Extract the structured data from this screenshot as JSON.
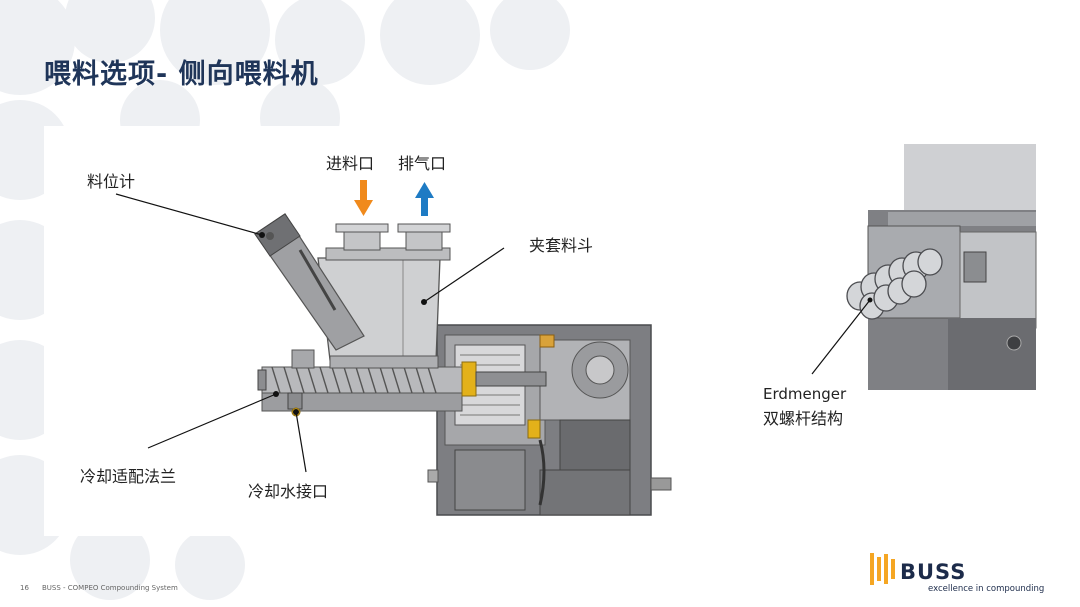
{
  "slide": {
    "title": "喂料选项- 侧向喂料机",
    "page_number": "16",
    "footer": "BUSS - COMPEO Compounding System"
  },
  "diagram": {
    "labels": {
      "level_sensor": "料位计",
      "feed_inlet": "进料口",
      "vent_outlet": "排气口",
      "jacketed_hopper": "夹套料斗",
      "cooling_flange": "冷却适配法兰",
      "cooling_water_port": "冷却水接口",
      "erdmenger": "Erdmenger",
      "twin_screw": "双螺杆结构"
    },
    "arrows": {
      "feed_color": "#f08a1c",
      "vent_color": "#1e7bc4"
    }
  },
  "brand": {
    "name": "BUSS",
    "tagline": "excellence in compounding",
    "accent": "#f5a623",
    "navy": "#1c2b4a"
  }
}
